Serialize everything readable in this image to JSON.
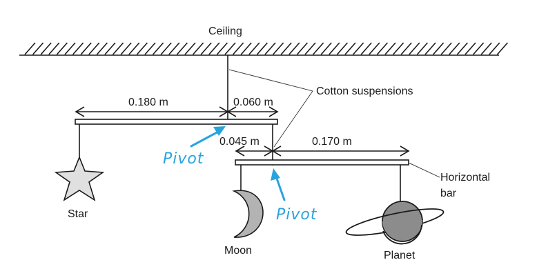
{
  "diagram": {
    "ceiling_label": "Ceiling",
    "suspensions_label": "Cotton suspensions",
    "horizontal_bar_label": "Horizontal bar",
    "horizontal_bar_label_lines": [
      "Horizontal",
      "bar"
    ],
    "dimensions": {
      "top_left": "0.180 m",
      "top_right": "0.060 m",
      "bottom_left": "0.045 m",
      "bottom_right": "0.170 m"
    },
    "objects": {
      "star": "Star",
      "moon": "Moon",
      "planet": "Planet"
    },
    "annotations": {
      "pivot_upper": "Pivot",
      "pivot_lower": "Pivot"
    },
    "colors": {
      "annotation": "#29a3dc",
      "star_fill": "#e0e0e0",
      "moon_fill": "#b3b3b3",
      "planet_fill": "#8c8c8c"
    }
  }
}
